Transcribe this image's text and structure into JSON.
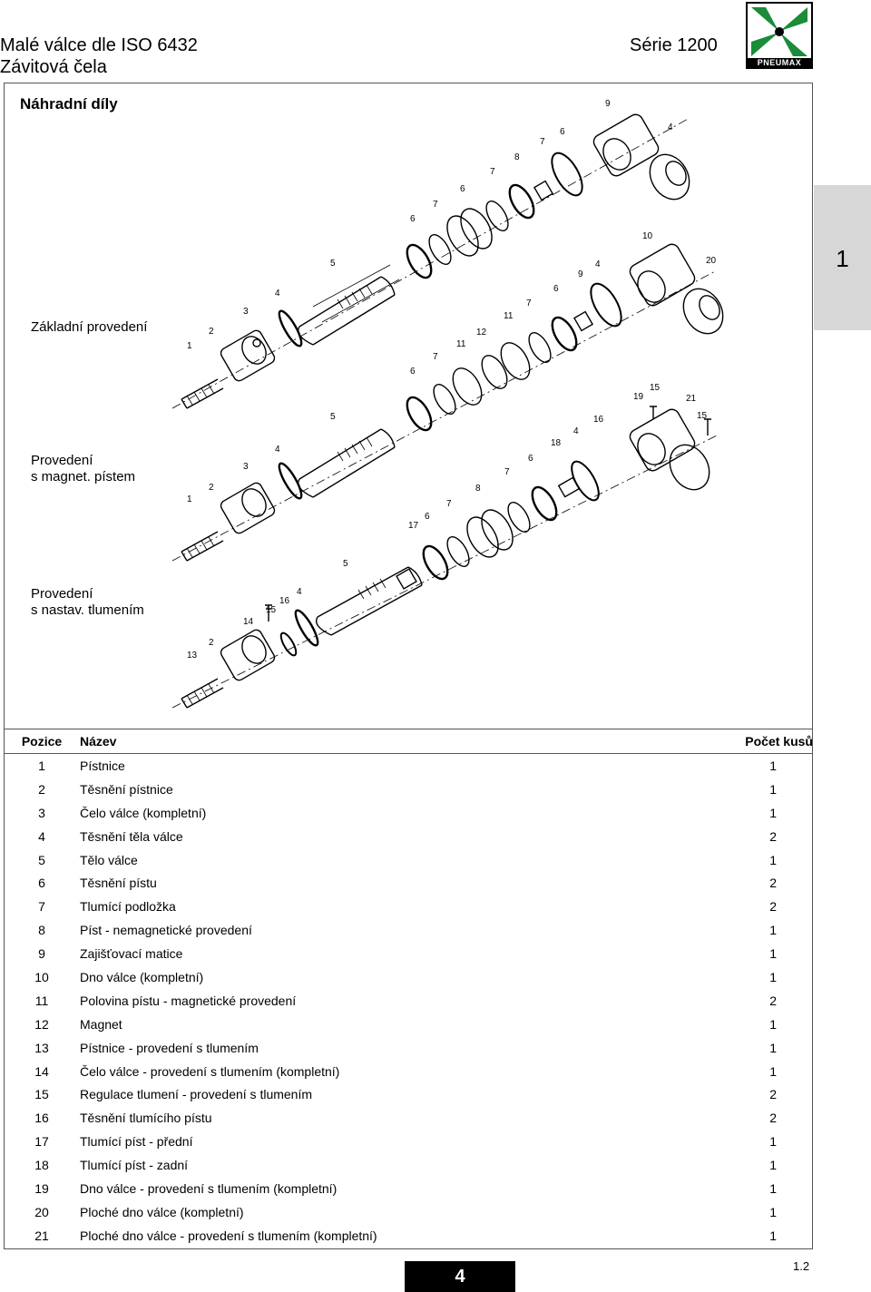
{
  "header": {
    "title_line1": "Malé válce dle ISO 6432",
    "title_line2": "Závitová čela",
    "series": "Série 1200",
    "logo_text": "PNEUMAX"
  },
  "section_tab": "1",
  "section_title": "Náhradní díly",
  "variants": [
    {
      "label_line1": "Základní provedení",
      "label_line2": ""
    },
    {
      "label_line1": "Provedení",
      "label_line2": "s magnet. pístem"
    },
    {
      "label_line1": "Provedení",
      "label_line2": "s nastav. tlumením"
    }
  ],
  "diagram_numbers": {
    "basic": [
      "1",
      "2",
      "3",
      "4",
      "5",
      "6",
      "7",
      "6",
      "7",
      "8",
      "7",
      "6",
      "9",
      "4",
      "10",
      "20"
    ],
    "magnetic": [
      "1",
      "2",
      "3",
      "4",
      "5",
      "6",
      "7",
      "11",
      "12",
      "11",
      "7",
      "6",
      "9",
      "4",
      "10",
      "20"
    ],
    "cushioned": [
      "13",
      "2",
      "14",
      "15",
      "16",
      "4",
      "5",
      "17",
      "6",
      "7",
      "8",
      "7",
      "6",
      "18",
      "4",
      "16",
      "19",
      "15",
      "21",
      "15"
    ]
  },
  "table": {
    "headers": {
      "position": "Pozice",
      "name": "Název",
      "qty": "Počet kusů"
    },
    "rows": [
      {
        "pos": "1",
        "name": "Pístnice",
        "qty": "1"
      },
      {
        "pos": "2",
        "name": "Těsnění pístnice",
        "qty": "1"
      },
      {
        "pos": "3",
        "name": "Čelo válce (kompletní)",
        "qty": "1"
      },
      {
        "pos": "4",
        "name": "Těsnění těla válce",
        "qty": "2"
      },
      {
        "pos": "5",
        "name": "Tělo válce",
        "qty": "1"
      },
      {
        "pos": "6",
        "name": "Těsnění pístu",
        "qty": "2"
      },
      {
        "pos": "7",
        "name": "Tlumící podložka",
        "qty": "2"
      },
      {
        "pos": "8",
        "name": "Píst - nemagnetické provedení",
        "qty": "1"
      },
      {
        "pos": "9",
        "name": "Zajišťovací matice",
        "qty": "1"
      },
      {
        "pos": "10",
        "name": "Dno válce (kompletní)",
        "qty": "1"
      },
      {
        "pos": "11",
        "name": "Polovina pístu - magnetické provedení",
        "qty": "2"
      },
      {
        "pos": "12",
        "name": "Magnet",
        "qty": "1"
      },
      {
        "pos": "13",
        "name": "Pístnice - provedení s tlumením",
        "qty": "1"
      },
      {
        "pos": "14",
        "name": "Čelo válce - provedení s tlumením (kompletní)",
        "qty": "1"
      },
      {
        "pos": "15",
        "name": "Regulace tlumení - provedení s tlumením",
        "qty": "2"
      },
      {
        "pos": "16",
        "name": "Těsnění tlumícího pístu",
        "qty": "2"
      },
      {
        "pos": "17",
        "name": "Tlumící píst - přední",
        "qty": "1"
      },
      {
        "pos": "18",
        "name": "Tlumící píst - zadní",
        "qty": "1"
      },
      {
        "pos": "19",
        "name": "Dno válce - provedení s tlumením (kompletní)",
        "qty": "1"
      },
      {
        "pos": "20",
        "name": "Ploché dno válce (kompletní)",
        "qty": "1"
      },
      {
        "pos": "21",
        "name": "Ploché dno válce - provedení s tlumením (kompletní)",
        "qty": "1"
      }
    ]
  },
  "footer": {
    "chapter": "4",
    "page": "1.2"
  },
  "colors": {
    "logo_green": "#1a8c3a",
    "tab_gray": "#d7d7d7"
  }
}
